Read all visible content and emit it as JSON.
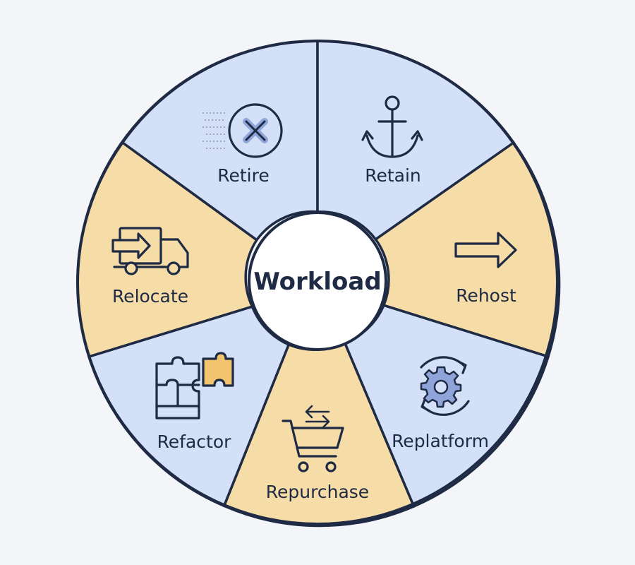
{
  "center": {
    "label": "Workload"
  },
  "colors": {
    "background": "#f4f5f9",
    "blue_segment": "#d3e0f7",
    "orange_segment": "#f6dca6",
    "outline": "#1f2a44",
    "hub_fill": "#ffffff",
    "icon_accent_blue": "#8fa4d8",
    "icon_accent_orange": "#f2c46d"
  },
  "segments": [
    {
      "key": "retire",
      "label": "Retire",
      "color": "blue",
      "icon": "retire-x-icon"
    },
    {
      "key": "retain",
      "label": "Retain",
      "color": "blue",
      "icon": "anchor-icon"
    },
    {
      "key": "rehost",
      "label": "Rehost",
      "color": "orange",
      "icon": "arrow-right-icon"
    },
    {
      "key": "replatform",
      "label": "Replatform",
      "color": "blue",
      "icon": "gear-cycle-icon"
    },
    {
      "key": "repurchase",
      "label": "Repurchase",
      "color": "orange",
      "icon": "shopping-cart-icon"
    },
    {
      "key": "refactor",
      "label": "Refactor",
      "color": "blue",
      "icon": "puzzle-icon"
    },
    {
      "key": "relocate",
      "label": "Relocate",
      "color": "orange",
      "icon": "truck-icon"
    }
  ]
}
